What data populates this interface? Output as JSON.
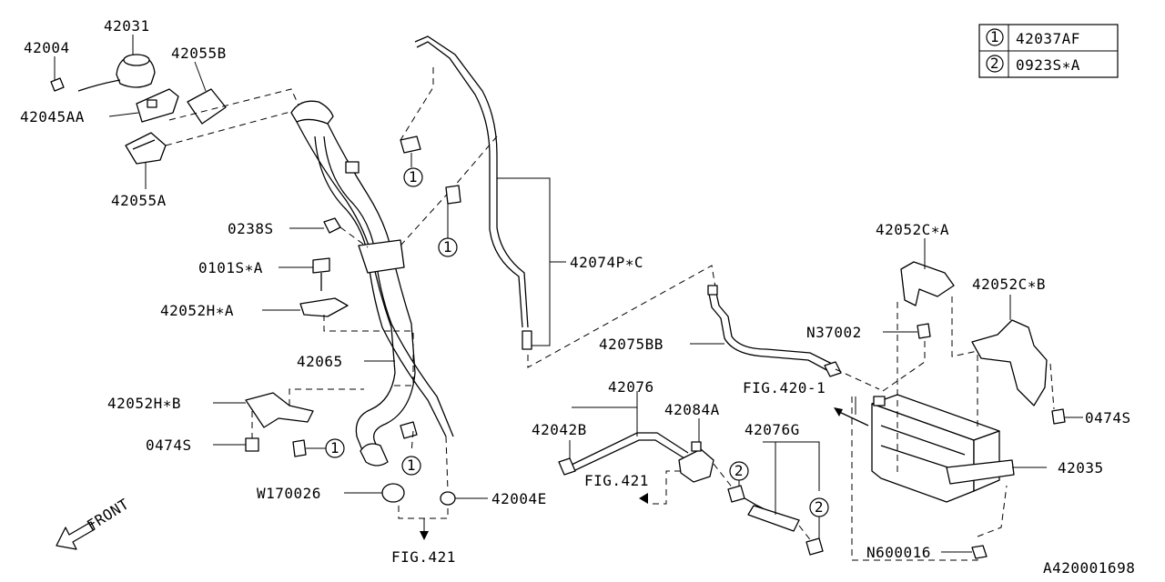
{
  "legend": [
    {
      "num": "1",
      "part": "42037AF"
    },
    {
      "num": "2",
      "part": "0923S∗A"
    }
  ],
  "labels": {
    "p42031": "42031",
    "p42004": "42004",
    "p42055B": "42055B",
    "p42045AA": "42045AA",
    "p42055A": "42055A",
    "p0238S": "0238S",
    "p0101S": "0101S∗A",
    "p42052HA": "42052H∗A",
    "p42065": "42065",
    "p42052HB": "42052H∗B",
    "p0474S_left": "0474S",
    "pW170026": "W170026",
    "p42004E": "42004E",
    "fig421_bottom": "FIG.421",
    "p42074P": "42074P∗C",
    "p42075BB": "42075BB",
    "p42052CA": "42052C∗A",
    "p42052CB": "42052C∗B",
    "pN37002": "N37002",
    "p0474S_right": "0474S",
    "fig420_1": "FIG.420-1",
    "p42035": "42035",
    "pN600016": "N600016",
    "p42076": "42076",
    "p42042B": "42042B",
    "p42084A": "42084A",
    "p42076G": "42076G",
    "fig421_mid": "FIG.421",
    "front": "FRONT",
    "drawing_id": "A420001698"
  },
  "callouts": {
    "c1_a": "1",
    "c1_b": "1",
    "c1_c": "1",
    "c1_d": "1",
    "c2_a": "2",
    "c2_b": "2"
  }
}
